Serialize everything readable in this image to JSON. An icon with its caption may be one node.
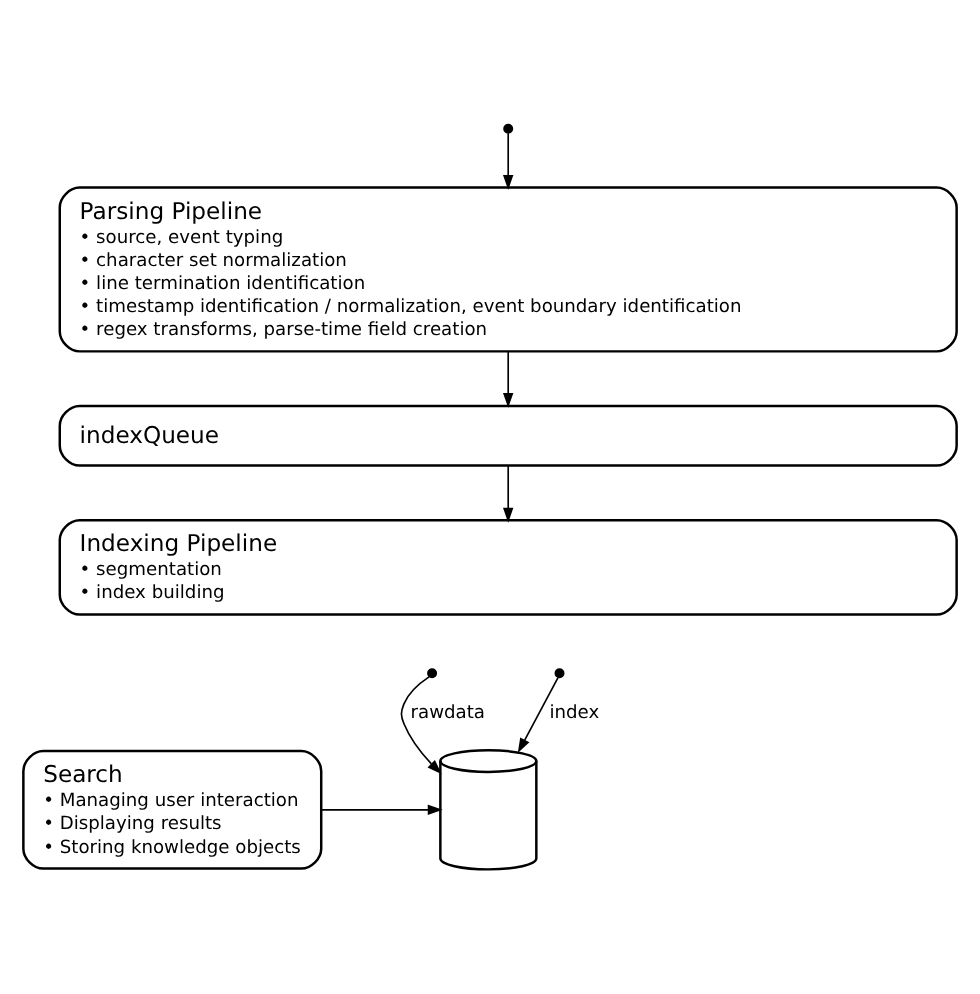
{
  "diagram": {
    "nodes": [
      {
        "text": [
          "Parsing Pipeline",
          "• source, event typing",
          "• character set normalization",
          "• line termination identification",
          "• timestamp identification / normalization, event boundary identification",
          "• regex transforms, parse-time field creation"
        ]
      },
      {
        "text": [
          "indexQueue"
        ]
      },
      {
        "text": [
          "Indexing Pipeline",
          "• segmentation",
          "• index building"
        ]
      },
      {
        "text": [],
        "shape": "cylinder"
      },
      {
        "text": [
          "Search",
          "• Managing user interaction",
          "• Displaying results",
          "• Storing knowledge objects"
        ]
      }
    ],
    "edges": [
      {
        "from": null,
        "to": 0,
        "arrow": "to"
      },
      {
        "from": 0,
        "to": 1,
        "arrow": "to"
      },
      {
        "from": 1,
        "to": 2,
        "arrow": "to"
      },
      {
        "from": null,
        "to": 3,
        "arrow": "to",
        "label": "rawdata"
      },
      {
        "from": null,
        "to": 3,
        "arrow": "to",
        "label": "index"
      },
      {
        "from": 4,
        "to": 3,
        "arrow": "to"
      }
    ]
  }
}
